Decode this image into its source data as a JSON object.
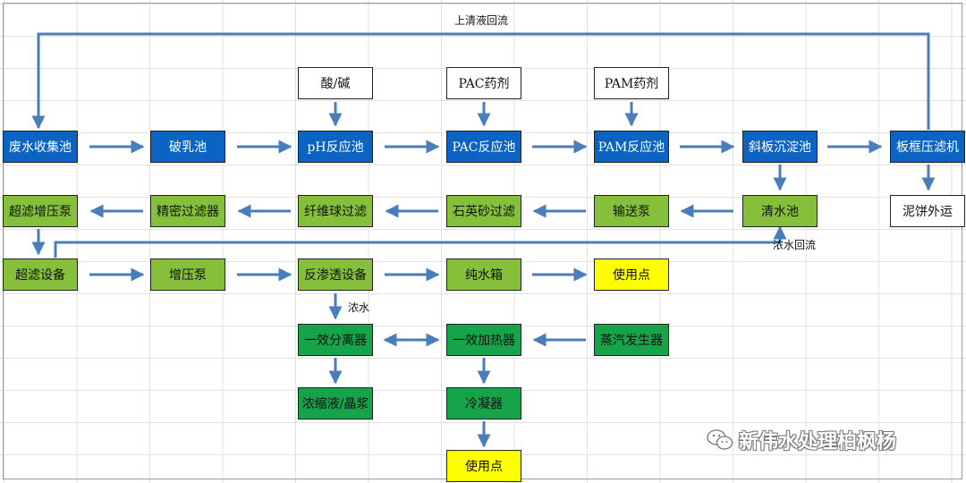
{
  "labels": {
    "supernatant_return": "上清液回流",
    "concentrate_return": "浓水回流",
    "concentrate": "浓水"
  },
  "nodes": {
    "acid_base": "酸/碱",
    "pac_agent": "PAC药剂",
    "pam_agent": "PAM药剂",
    "wastewater_tank": "废水收集池",
    "demulsify_tank": "破乳池",
    "ph_tank": "pH反应池",
    "pac_tank": "PAC反应池",
    "pam_tank": "PAM反应池",
    "inclined_settler": "斜板沉淀池",
    "filter_press": "板框压滤机",
    "sludge_out": "泥饼外运",
    "uf_booster_pump": "超滤增压泵",
    "precision_filter": "精密过滤器",
    "fiber_ball_filter": "纤维球过滤",
    "quartz_sand_filter": "石英砂过滤",
    "transfer_pump": "输送泵",
    "clear_water_tank": "清水池",
    "uf_device": "超滤设备",
    "booster_pump": "增压泵",
    "ro_device": "反渗透设备",
    "pure_water_tank": "纯水箱",
    "use_point_1": "使用点",
    "separator": "一效分离器",
    "heater": "一效加热器",
    "steam_generator": "蒸汽发生器",
    "concentrate_slurry": "浓缩液/晶浆",
    "condenser": "冷凝器",
    "use_point_2": "使用点"
  },
  "watermark": "新伟水处理柏枫杨",
  "colors": {
    "blue": "#0b63c4",
    "light_green": "#86c03b",
    "dark_green": "#16a34a",
    "yellow": "#ffff00",
    "arrow": "#4a7ebb"
  }
}
